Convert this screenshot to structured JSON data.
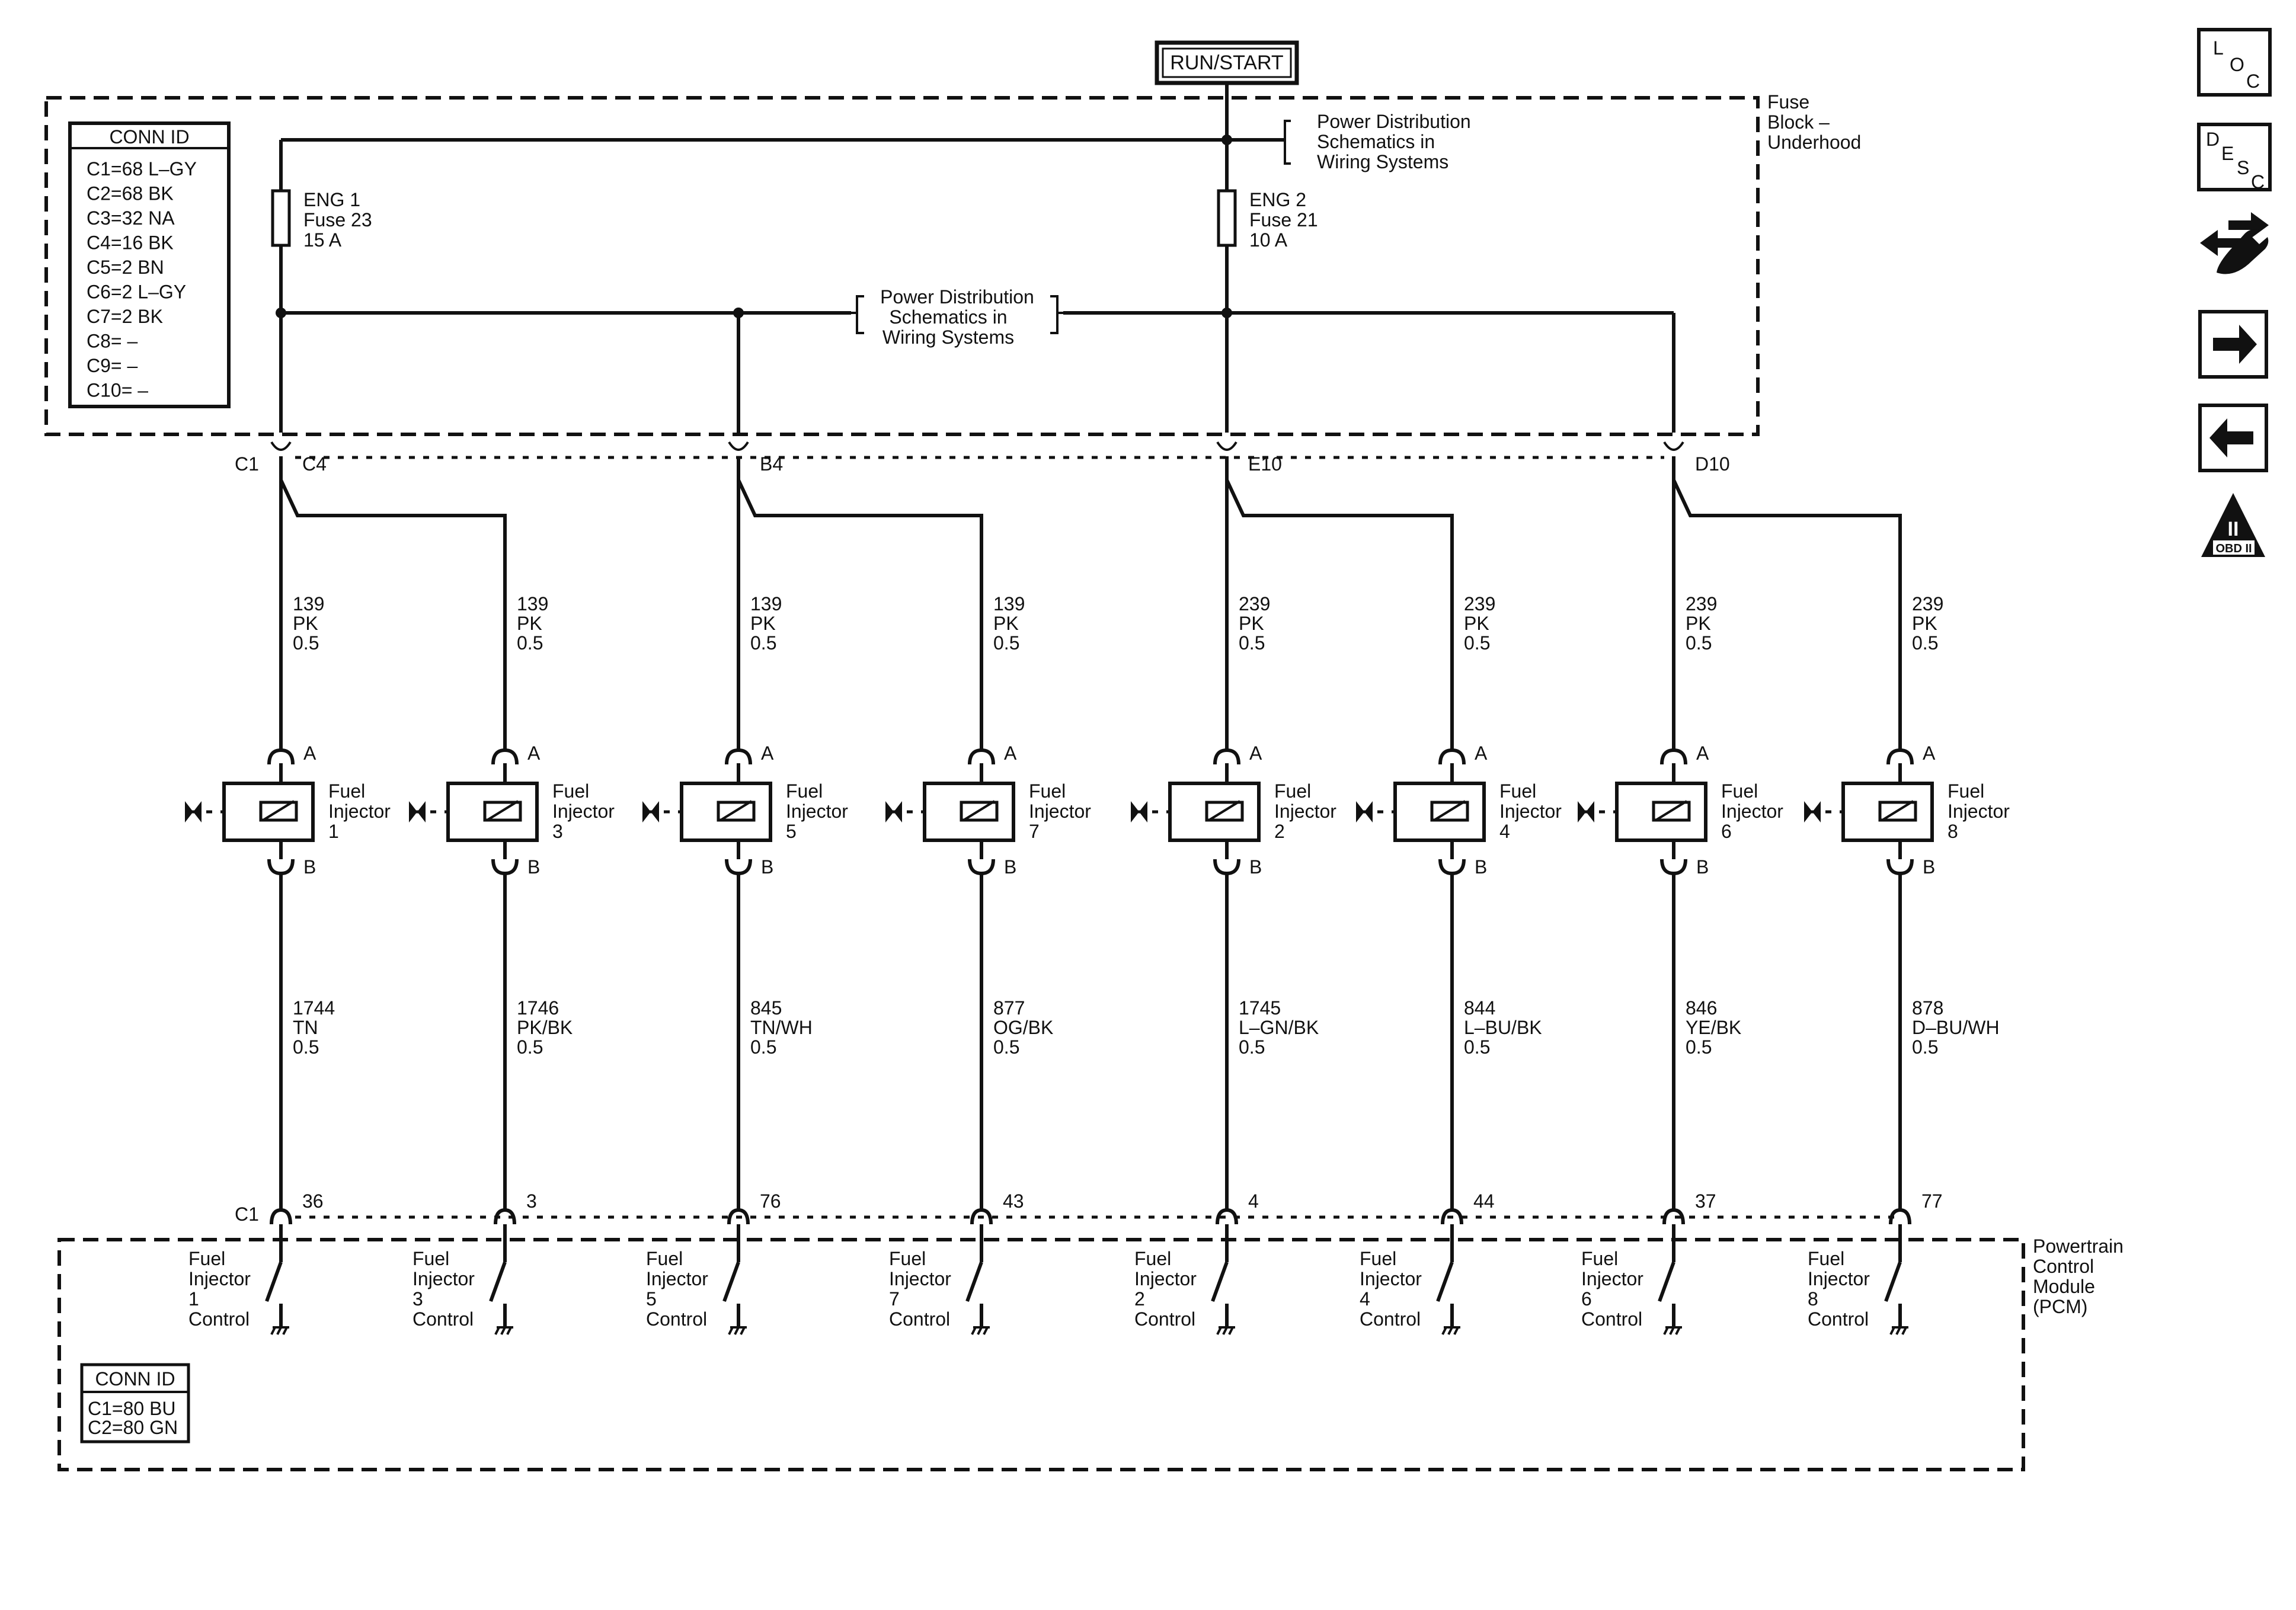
{
  "run_start": "RUN/START",
  "fuse_block": {
    "label": [
      "Fuse",
      "Block –",
      "Underhood"
    ],
    "conn_id": {
      "title": "CONN ID",
      "rows": [
        "C1=68 L–GY",
        "C2=68 BK",
        "C3=32 NA",
        "C4=16 BK",
        "C5=2 BN",
        "C6=2 L–GY",
        "C7=2 BK",
        "C8= –",
        "C9= –",
        "C10= –"
      ]
    },
    "fuse1": [
      "ENG 1",
      "Fuse 23",
      "15 A"
    ],
    "fuse2": [
      "ENG 2",
      "Fuse 21",
      "10 A"
    ],
    "power_dist_top": [
      "Power Distribution",
      "Schematics in",
      "Wiring Systems"
    ],
    "power_dist_mid": [
      "Power Distribution",
      "Schematics in",
      "Wiring Systems"
    ],
    "connector_left": "C1",
    "pins": [
      "C4",
      "B4",
      "E10",
      "D10"
    ]
  },
  "upper_wires": [
    [
      "139",
      "PK",
      "0.5"
    ],
    [
      "139",
      "PK",
      "0.5"
    ],
    [
      "139",
      "PK",
      "0.5"
    ],
    [
      "139",
      "PK",
      "0.5"
    ],
    [
      "239",
      "PK",
      "0.5"
    ],
    [
      "239",
      "PK",
      "0.5"
    ],
    [
      "239",
      "PK",
      "0.5"
    ],
    [
      "239",
      "PK",
      "0.5"
    ]
  ],
  "injectors": [
    {
      "name": [
        "Fuel",
        "Injector",
        "1"
      ],
      "pin_a": "A",
      "pin_b": "B"
    },
    {
      "name": [
        "Fuel",
        "Injector",
        "3"
      ],
      "pin_a": "A",
      "pin_b": "B"
    },
    {
      "name": [
        "Fuel",
        "Injector",
        "5"
      ],
      "pin_a": "A",
      "pin_b": "B"
    },
    {
      "name": [
        "Fuel",
        "Injector",
        "7"
      ],
      "pin_a": "A",
      "pin_b": "B"
    },
    {
      "name": [
        "Fuel",
        "Injector",
        "2"
      ],
      "pin_a": "A",
      "pin_b": "B"
    },
    {
      "name": [
        "Fuel",
        "Injector",
        "4"
      ],
      "pin_a": "A",
      "pin_b": "B"
    },
    {
      "name": [
        "Fuel",
        "Injector",
        "6"
      ],
      "pin_a": "A",
      "pin_b": "B"
    },
    {
      "name": [
        "Fuel",
        "Injector",
        "8"
      ],
      "pin_a": "A",
      "pin_b": "B"
    }
  ],
  "lower_wires": [
    [
      "1744",
      "TN",
      "0.5"
    ],
    [
      "1746",
      "PK/BK",
      "0.5"
    ],
    [
      "845",
      "TN/WH",
      "0.5"
    ],
    [
      "877",
      "OG/BK",
      "0.5"
    ],
    [
      "1745",
      "L–GN/BK",
      "0.5"
    ],
    [
      "844",
      "L–BU/BK",
      "0.5"
    ],
    [
      "846",
      "YE/BK",
      "0.5"
    ],
    [
      "878",
      "D–BU/WH",
      "0.5"
    ]
  ],
  "pcm": {
    "label": [
      "Powertrain",
      "Control",
      "Module",
      "(PCM)"
    ],
    "connector_left": "C1",
    "pins": [
      "36",
      "3",
      "76",
      "43",
      "4",
      "44",
      "37",
      "77"
    ],
    "controls": [
      [
        "Fuel",
        "Injector",
        "1",
        "Control"
      ],
      [
        "Fuel",
        "Injector",
        "3",
        "Control"
      ],
      [
        "Fuel",
        "Injector",
        "5",
        "Control"
      ],
      [
        "Fuel",
        "Injector",
        "7",
        "Control"
      ],
      [
        "Fuel",
        "Injector",
        "2",
        "Control"
      ],
      [
        "Fuel",
        "Injector",
        "4",
        "Control"
      ],
      [
        "Fuel",
        "Injector",
        "6",
        "Control"
      ],
      [
        "Fuel",
        "Injector",
        "8",
        "Control"
      ]
    ],
    "conn_id": {
      "title": "CONN ID",
      "rows": [
        "C1=80 BU",
        "C2=80 GN"
      ]
    }
  },
  "side_icons": [
    {
      "name": "loc-icon",
      "letters": [
        "L",
        "O",
        "C"
      ]
    },
    {
      "name": "desc-icon",
      "letters": [
        "D",
        "E",
        "S",
        "C"
      ]
    },
    {
      "name": "wrench-arrows-icon"
    },
    {
      "name": "arrow-right-icon"
    },
    {
      "name": "arrow-left-icon"
    },
    {
      "name": "obd-ii-icon",
      "letters": [
        "II",
        "OBD II"
      ]
    }
  ]
}
